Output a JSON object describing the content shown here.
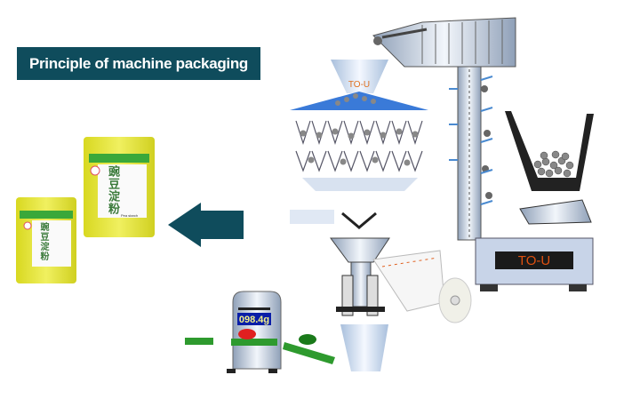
{
  "title": "Principle of machine packaging",
  "hopper_label": "TO-U",
  "machine_label": "TO-U",
  "scale_display": "098.4g",
  "product": {
    "name_cn": "豌豆淀粉",
    "name_en": "Pea starch"
  },
  "colors": {
    "title_bg": "#0f4c5c",
    "arrow": "#0f4c5c",
    "bag": "#e6e62a",
    "belt": "#2e9a2e",
    "display_bg": "#0a1ea8",
    "display_text": "#f2f08a",
    "hopper_label": "#e07020",
    "machine_label": "#e05010"
  }
}
